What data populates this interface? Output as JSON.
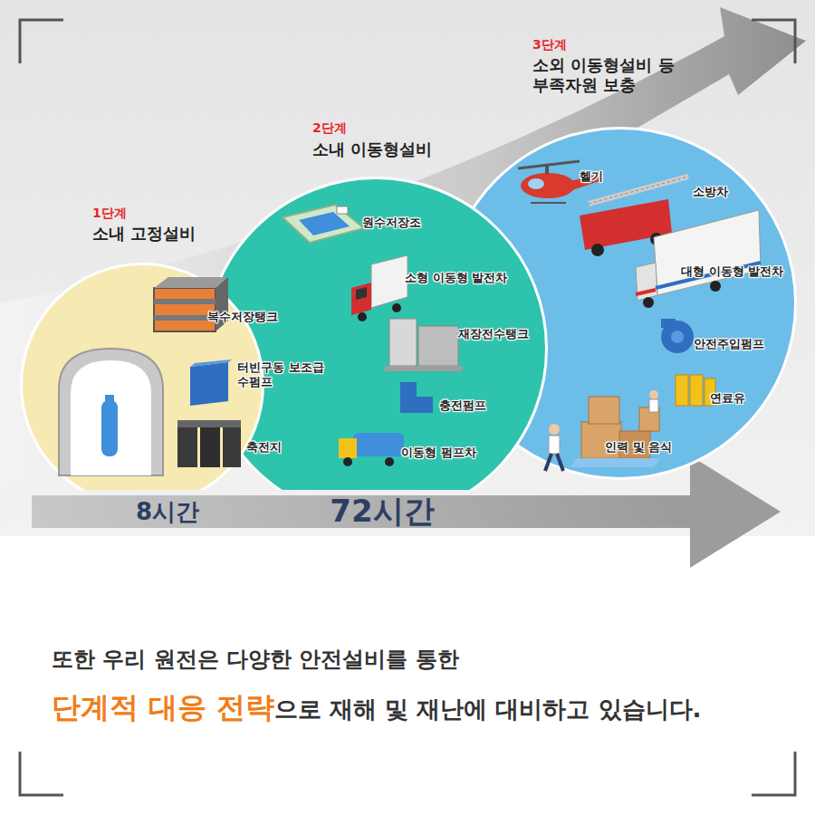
{
  "diagram": {
    "nodes": [
      {
        "text": [
          "1단계",
          "소내 고정설비",
          "복수저장탱크",
          "터빈구동 보조급수펌프",
          "축전지"
        ]
      },
      {
        "text": [
          "2단계",
          "소내 이동형설비",
          "원수저장조",
          "소형 이동형 발전차",
          "재장전수탱크",
          "충전펌프",
          "이동형 펌프차"
        ]
      },
      {
        "text": [
          "3단계",
          "소외 이동형설비 등 부족자원 보충",
          "헬기",
          "소방차",
          "대형 이동형 발전차",
          "안전주입펌프",
          "연료유",
          "인력 및 음식"
        ]
      }
    ],
    "labels": [
      "8시간",
      "72시간",
      "또한 우리 원전은 다양한 안전설비를 통한",
      "단계적 대응 전략",
      "으로 재해 및 재난에 대비하고 있습니다."
    ]
  }
}
